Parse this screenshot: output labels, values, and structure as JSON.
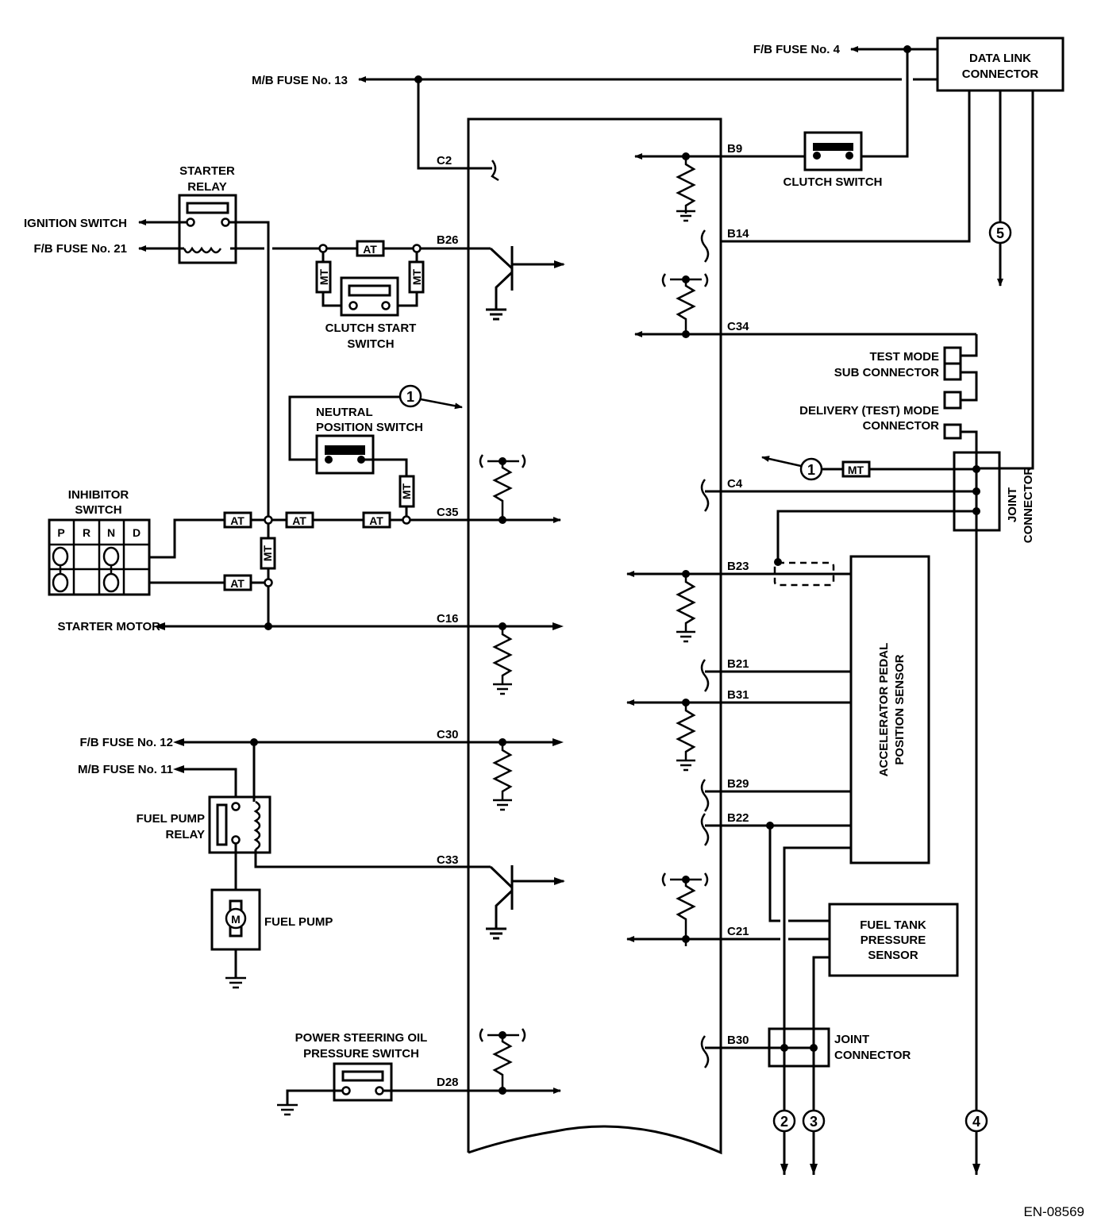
{
  "diagram": {
    "id_code": "EN-08569",
    "external_labels": {
      "fb_fuse_4": "F/B FUSE No. 4",
      "mb_fuse_13": "M/B FUSE No. 13",
      "ignition_switch": "IGNITION SWITCH",
      "fb_fuse_21": "F/B FUSE No. 21",
      "starter_motor": "STARTER MOTOR",
      "fb_fuse_12": "F/B FUSE No. 12",
      "mb_fuse_11": "M/B FUSE No. 11"
    },
    "components": {
      "data_link_connector": [
        "DATA LINK",
        "CONNECTOR"
      ],
      "clutch_switch": "CLUTCH SWITCH",
      "starter_relay": [
        "STARTER",
        "RELAY"
      ],
      "clutch_start_switch": [
        "CLUTCH START",
        "SWITCH"
      ],
      "neutral_position_switch": [
        "NEUTRAL",
        "POSITION SWITCH"
      ],
      "inhibitor_switch": [
        "INHIBITOR",
        "SWITCH"
      ],
      "inhibitor_positions": [
        "P",
        "R",
        "N",
        "D"
      ],
      "test_mode_sub_connector": [
        "TEST MODE",
        "SUB CONNECTOR"
      ],
      "delivery_mode_connector": [
        "DELIVERY (TEST) MODE",
        "CONNECTOR"
      ],
      "joint_connector_upper": [
        "JOINT",
        "CONNECTOR"
      ],
      "accelerator_pedal_position_sensor": [
        "ACCELERATOR PEDAL",
        "POSITION SENSOR"
      ],
      "fuel_pump_relay": [
        "FUEL PUMP",
        "RELAY"
      ],
      "fuel_pump": "FUEL PUMP",
      "motor_symbol": "M",
      "fuel_tank_pressure_sensor": [
        "FUEL TANK",
        "PRESSURE",
        "SENSOR"
      ],
      "joint_connector_lower": [
        "JOINT",
        "CONNECTOR"
      ],
      "power_steering_switch": [
        "POWER STEERING OIL",
        "PRESSURE SWITCH"
      ]
    },
    "transmission_tags": {
      "at": "AT",
      "mt": "MT"
    },
    "pins_left": [
      "C2",
      "B26",
      "C35",
      "C16",
      "C30",
      "C33",
      "D28"
    ],
    "pins_right": [
      "B9",
      "B14",
      "C34",
      "C4",
      "B23",
      "B21",
      "B31",
      "B29",
      "B22",
      "C21",
      "B30"
    ],
    "references": [
      "1",
      "2",
      "3",
      "4",
      "5"
    ]
  }
}
